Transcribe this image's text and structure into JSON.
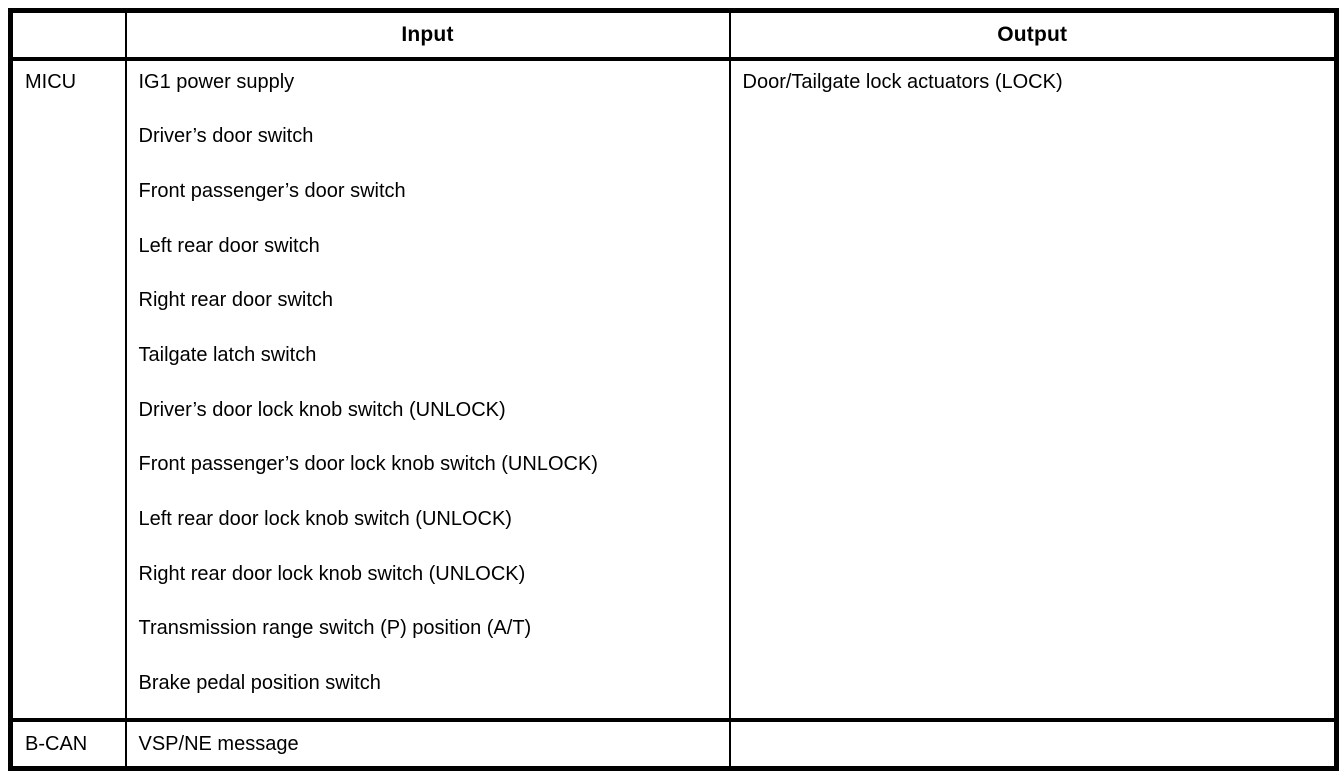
{
  "colors": {
    "border": "#000000",
    "background": "#ffffff",
    "text": "#000000"
  },
  "table": {
    "headers": {
      "source": "",
      "input": "Input",
      "output": "Output"
    },
    "rows": [
      {
        "source": "MICU",
        "inputs": [
          "IG1 power supply",
          "Driver’s door switch",
          "Front passenger’s door switch",
          "Left rear door switch",
          "Right rear door switch",
          "Tailgate latch switch",
          "Driver’s door lock knob switch (UNLOCK)",
          "Front passenger’s door lock knob switch (UNLOCK)",
          "Left rear door lock knob switch (UNLOCK)",
          "Right rear door lock knob switch (UNLOCK)",
          "Transmission range switch (P) position (A/T)",
          "Brake pedal position switch"
        ],
        "outputs": [
          "Door/Tailgate lock actuators (LOCK)"
        ]
      },
      {
        "source": "B-CAN",
        "inputs": [
          "VSP/NE message"
        ],
        "outputs": []
      }
    ]
  }
}
